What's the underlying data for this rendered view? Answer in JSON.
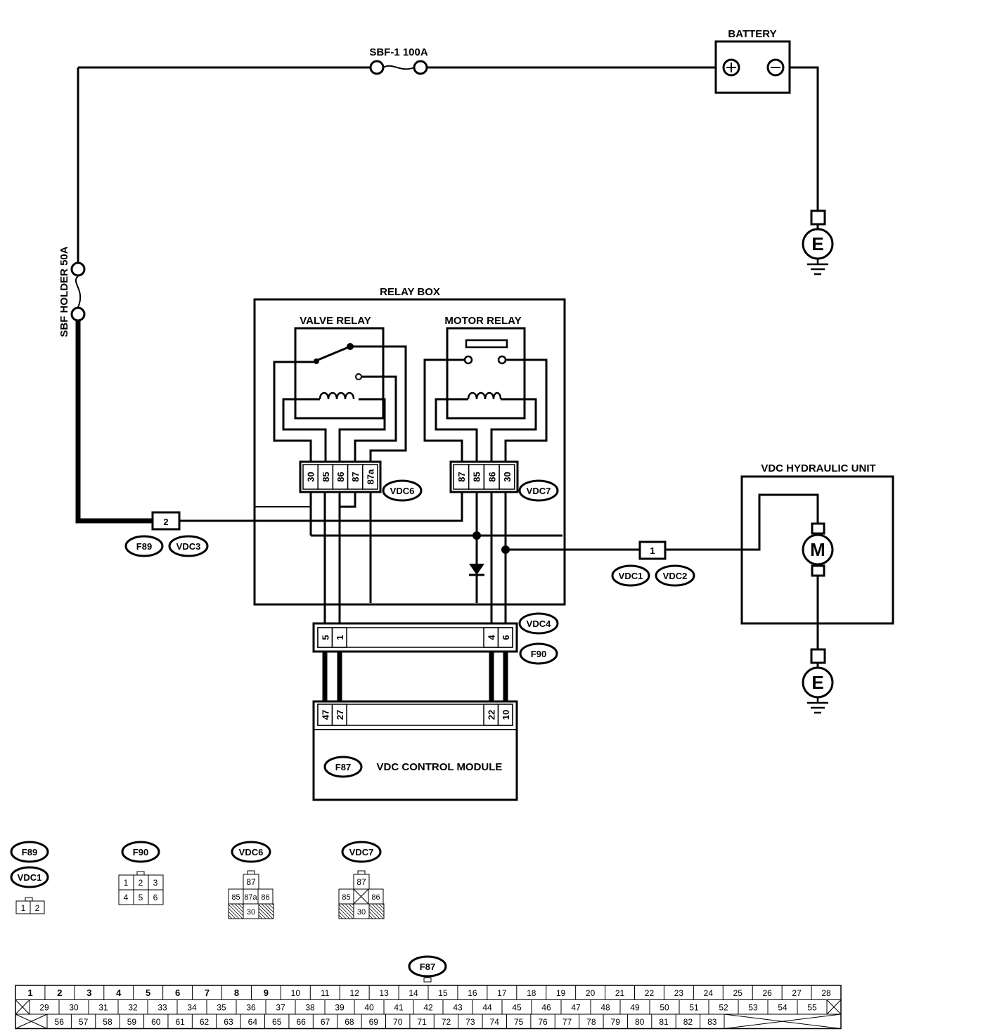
{
  "labels": {
    "battery": "BATTERY",
    "fuse_main": "SBF-1 100A",
    "fuse_holder": "SBF HOLDER 50A",
    "relay_box": "RELAY BOX",
    "valve_relay": "VALVE RELAY",
    "motor_relay": "MOTOR RELAY",
    "hydraulic_unit": "VDC HYDRAULIC UNIT",
    "control_module": "VDC CONTROL MODULE",
    "ground": "E",
    "motor": "M",
    "plus": "+",
    "minus": "−"
  },
  "connectors": {
    "f89": "F89",
    "vdc3": "VDC3",
    "vdc1": "VDC1",
    "vdc2": "VDC2",
    "vdc4": "VDC4",
    "f90": "F90",
    "f87": "F87",
    "vdc6": "VDC6",
    "vdc7": "VDC7"
  },
  "pins": {
    "f89_pin": "2",
    "vdc1_pin": "1",
    "vdc6": [
      "30",
      "85",
      "86",
      "87",
      "87a"
    ],
    "vdc7": [
      "87",
      "85",
      "86",
      "30"
    ],
    "f90_left": [
      "5",
      "1"
    ],
    "f90_right": [
      "4",
      "6"
    ],
    "f87_left": [
      "47",
      "27"
    ],
    "f87_right": [
      "22",
      "10"
    ]
  },
  "legends": {
    "f89_vdc1": [
      "1",
      "2"
    ],
    "f90_row1": [
      "1",
      "2",
      "3"
    ],
    "f90_row2": [
      "4",
      "5",
      "6"
    ],
    "vdc6_top": "87",
    "vdc6_mid": [
      "85",
      "87a",
      "86"
    ],
    "vdc6_bot": "30",
    "vdc7_top": "87",
    "vdc7_mid": [
      "85",
      "",
      "86"
    ],
    "vdc7_bot": "30"
  },
  "f87_table": {
    "row1": [
      "1",
      "2",
      "3",
      "4",
      "5",
      "6",
      "7",
      "8",
      "9",
      "10",
      "11",
      "12",
      "13",
      "14",
      "15",
      "16",
      "17",
      "18",
      "19",
      "20",
      "21",
      "22",
      "23",
      "24",
      "25",
      "26",
      "27",
      "28"
    ],
    "row2": [
      "29",
      "30",
      "31",
      "32",
      "33",
      "34",
      "35",
      "36",
      "37",
      "38",
      "39",
      "40",
      "41",
      "42",
      "43",
      "44",
      "45",
      "46",
      "47",
      "48",
      "49",
      "50",
      "51",
      "52",
      "53",
      "54",
      "55"
    ],
    "row3": [
      "56",
      "57",
      "58",
      "59",
      "60",
      "61",
      "62",
      "63",
      "64",
      "65",
      "66",
      "67",
      "68",
      "69",
      "70",
      "71",
      "72",
      "73",
      "74",
      "75",
      "76",
      "77",
      "78",
      "79",
      "80",
      "81",
      "82",
      "83"
    ]
  }
}
